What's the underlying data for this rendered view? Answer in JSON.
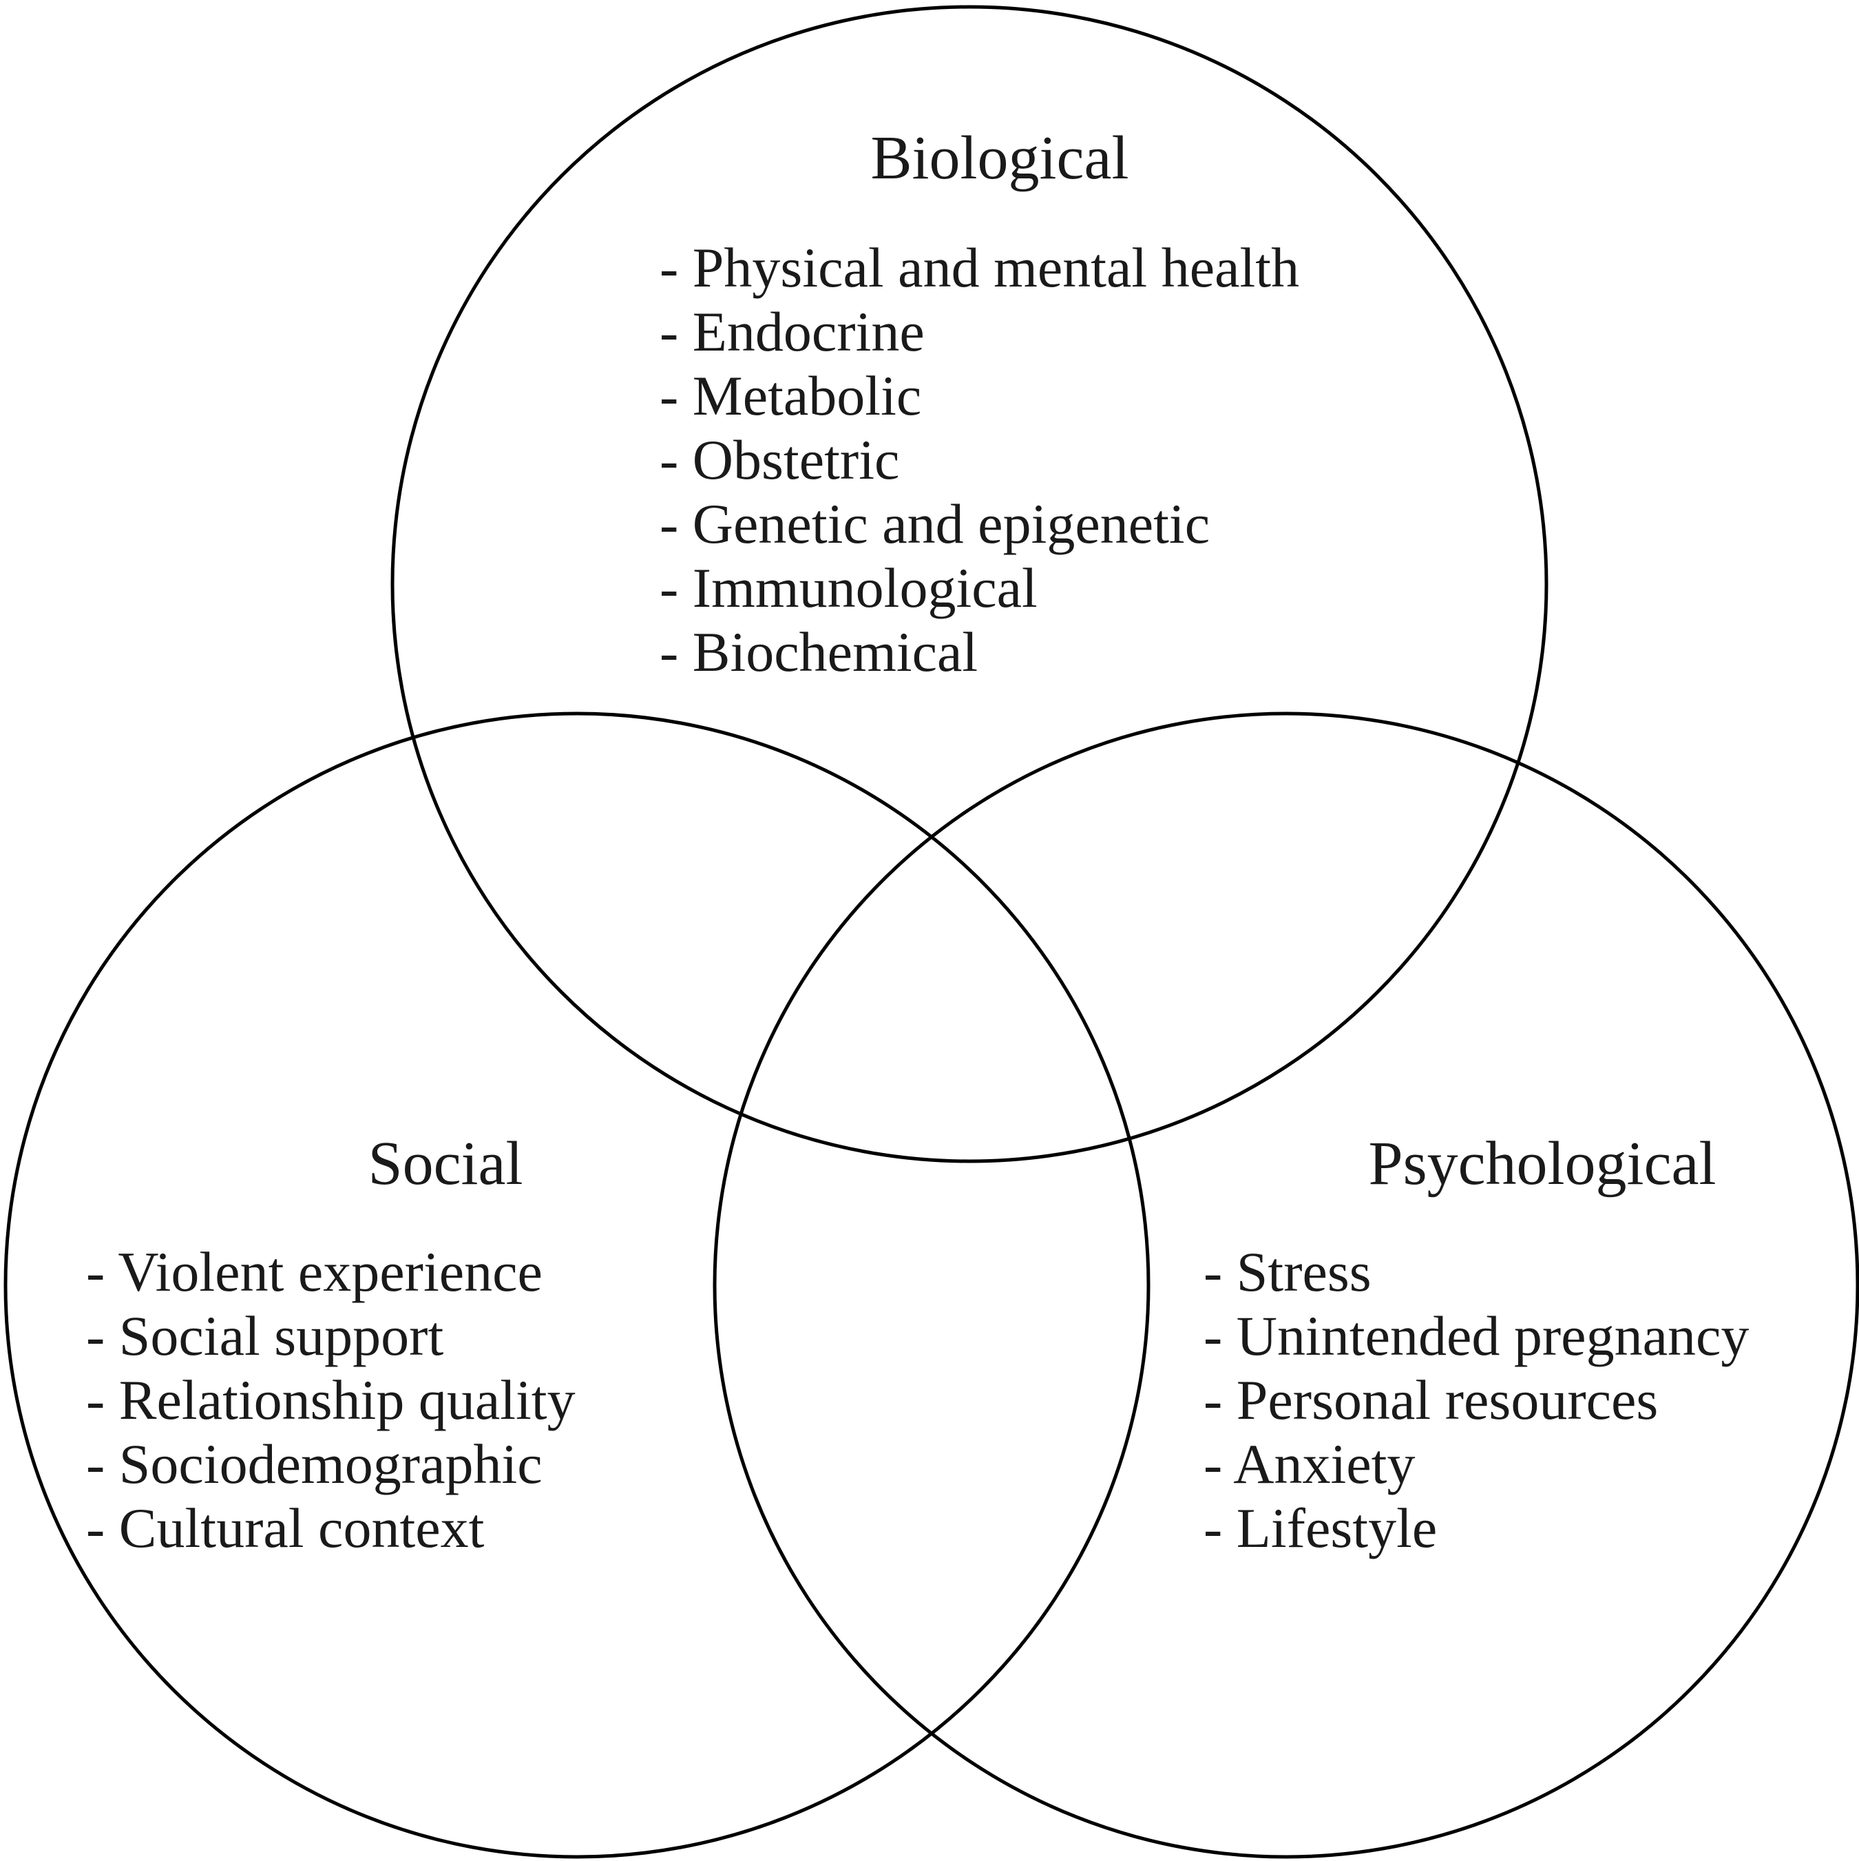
{
  "diagram": {
    "type": "venn-3-circle",
    "background_color": "#ffffff",
    "stroke_color": "#000000",
    "text_color": "#1a1a1a",
    "circles": [
      {
        "title": "Biological",
        "items": [
          "- Physical and mental health",
          "- Endocrine",
          "- Metabolic",
          "- Obstetric",
          "- Genetic and epigenetic",
          "- Immunological",
          "- Biochemical"
        ]
      },
      {
        "title": "Social",
        "items": [
          "- Violent experience",
          "- Social support",
          "- Relationship quality",
          "- Sociodemographic",
          "- Cultural context"
        ]
      },
      {
        "title": "Psychological",
        "items": [
          "- Stress",
          "- Unintended pregnancy",
          "- Personal resources",
          "- Anxiety",
          "- Lifestyle"
        ]
      }
    ]
  }
}
